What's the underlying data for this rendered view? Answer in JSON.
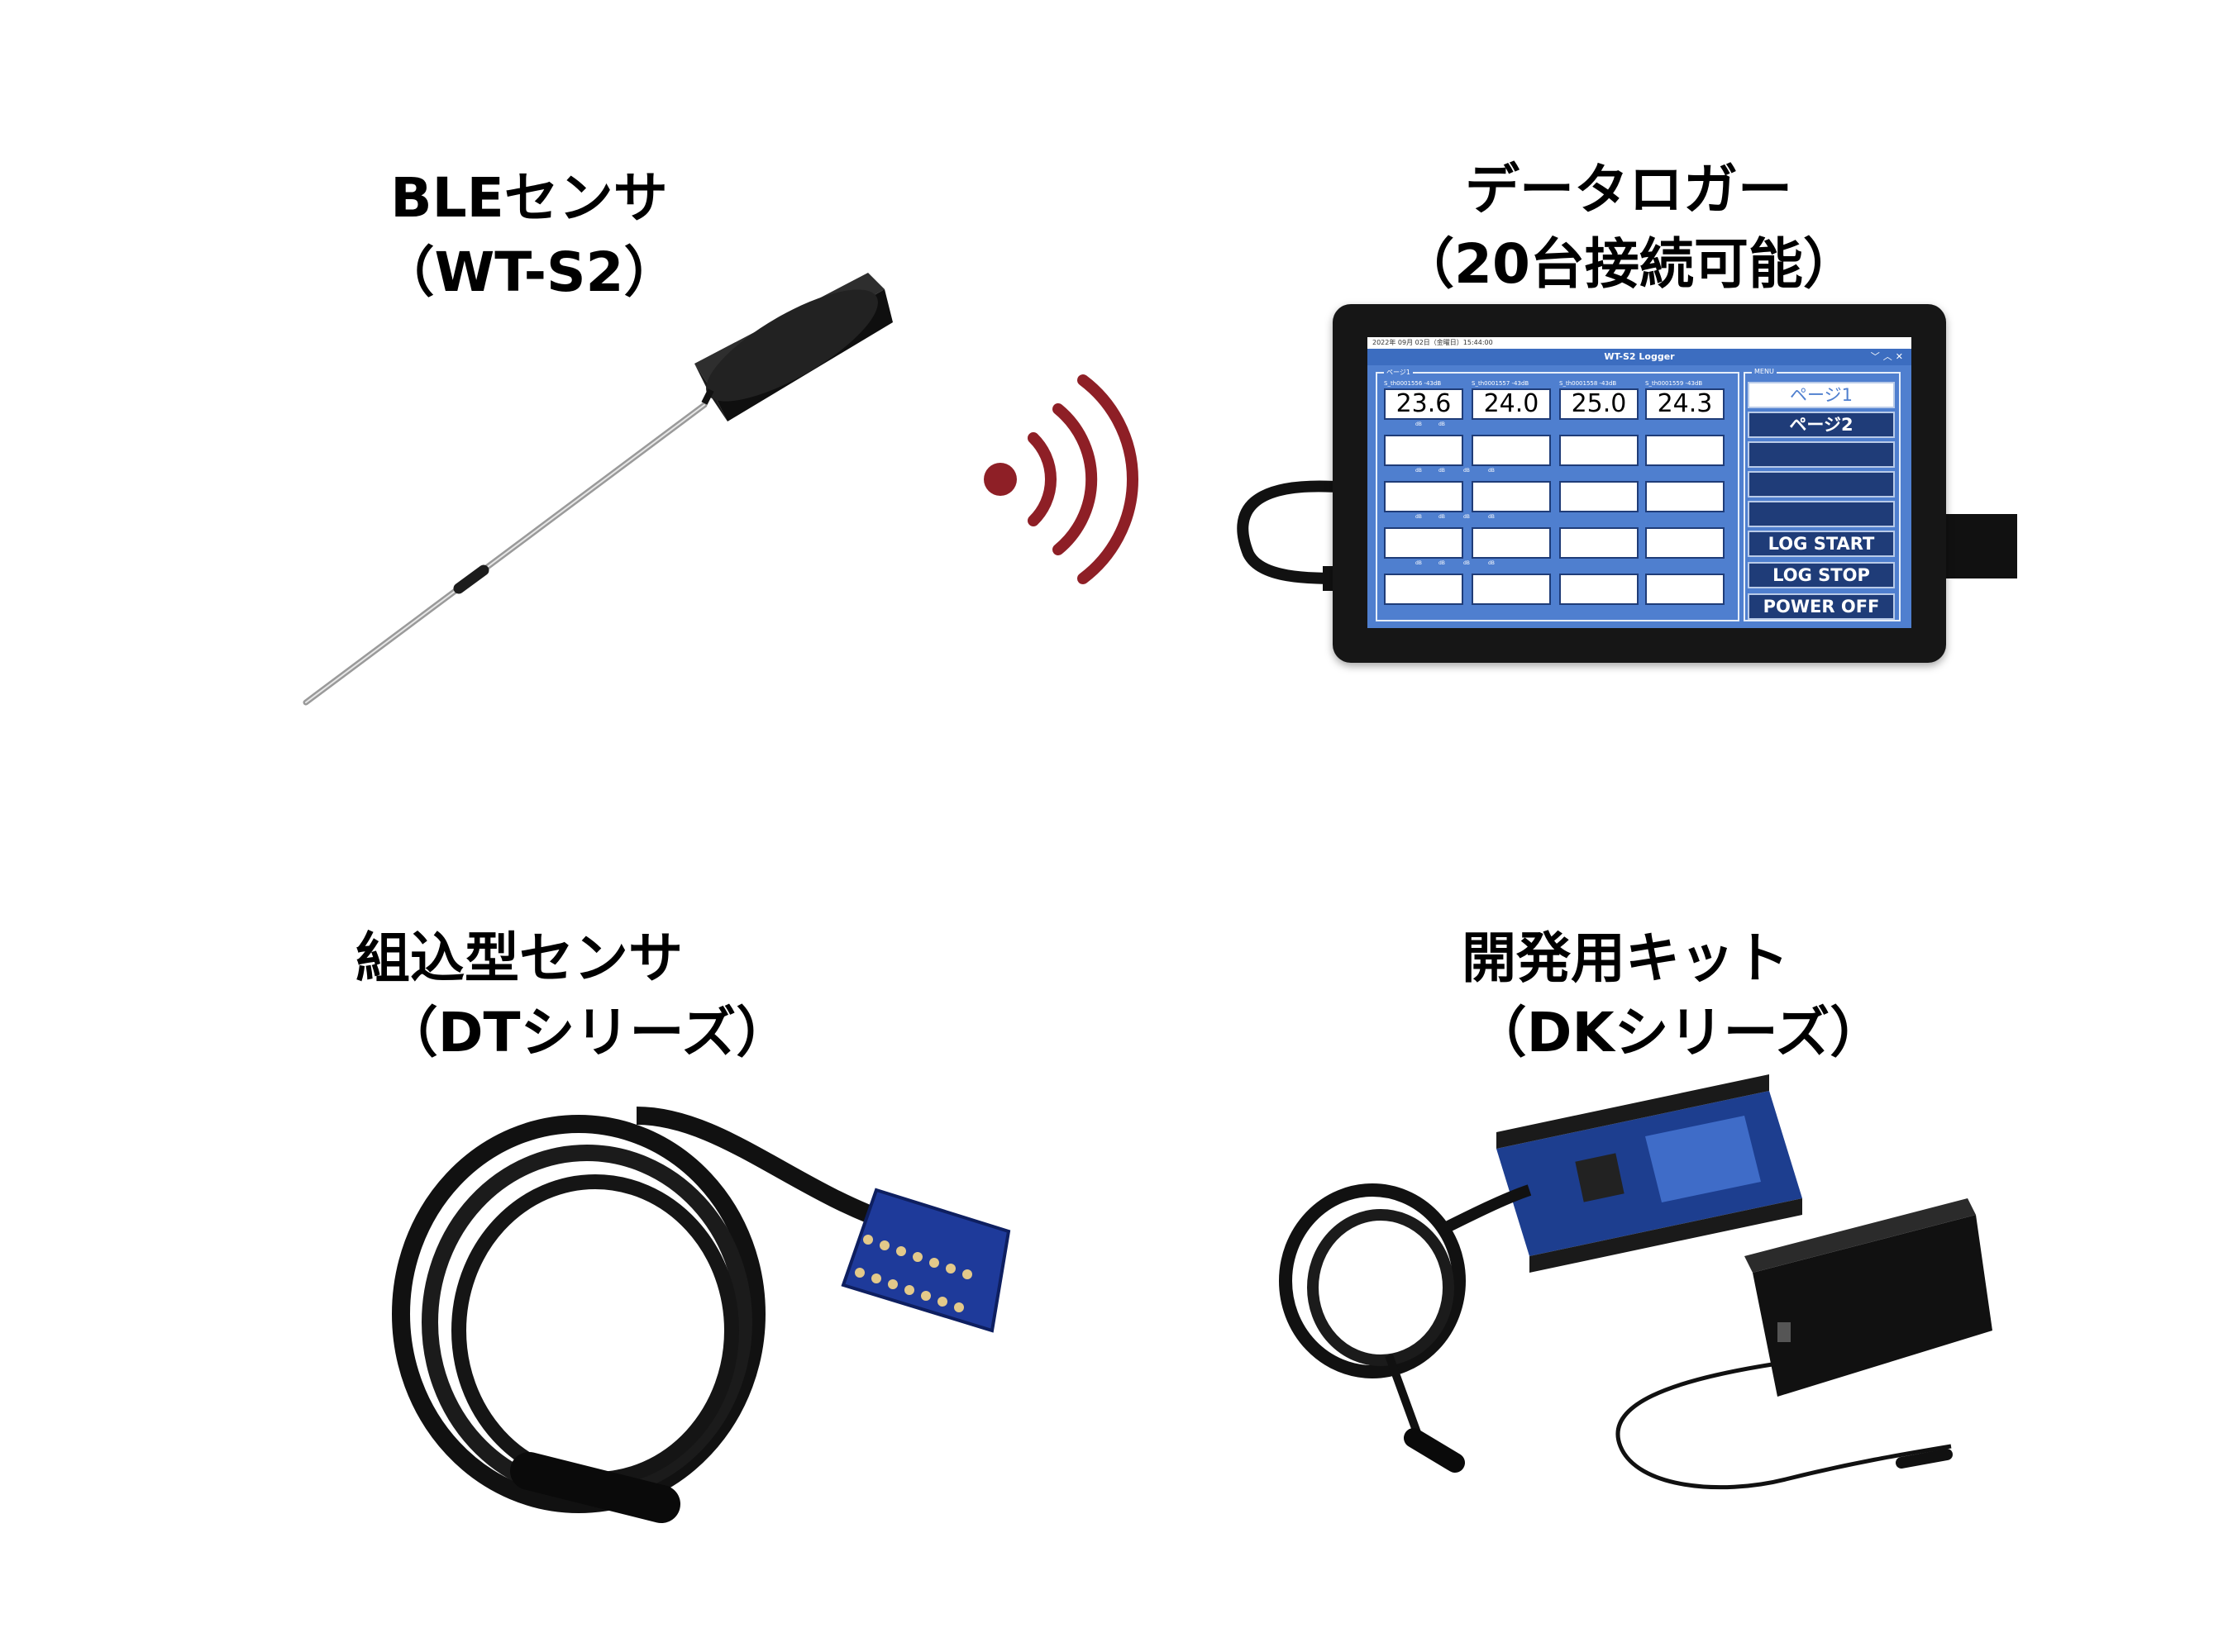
{
  "ble": {
    "title_line1": "BLEセンサ",
    "title_line2": "（WT-S2）"
  },
  "logger": {
    "title_line1": "データロガー",
    "title_line2": "（20台接続可能）"
  },
  "embedded": {
    "title_line1": "組込型センサ",
    "title_line2": "（DTシリーズ）"
  },
  "devkit": {
    "title_line1": "開発用キット",
    "title_line2": "（DKシリーズ）"
  },
  "screen": {
    "status": "2022年 09月 02日（金曜日）15:44:00",
    "app_title": "WT-S2 Logger",
    "page_group": "ページ1",
    "menu_group": "MENU",
    "columns": [
      {
        "header": "S_th0001556  -43dB",
        "value": "23.6"
      },
      {
        "header": "S_th0001557  -43dB",
        "value": "24.0"
      },
      {
        "header": "S_th0001558  -43dB",
        "value": "25.0"
      },
      {
        "header": "S_th0001559  -43dB",
        "value": "24.3"
      }
    ],
    "db_label": "dB",
    "menu": {
      "page1": "ページ1",
      "page2": "ページ2",
      "log_start": "LOG START",
      "log_stop": "LOG STOP",
      "power_off": "POWER OFF"
    }
  },
  "colors": {
    "wave": "#8e1f26",
    "screen_bg": "#4f7fcf",
    "button": "#1f3c78"
  }
}
